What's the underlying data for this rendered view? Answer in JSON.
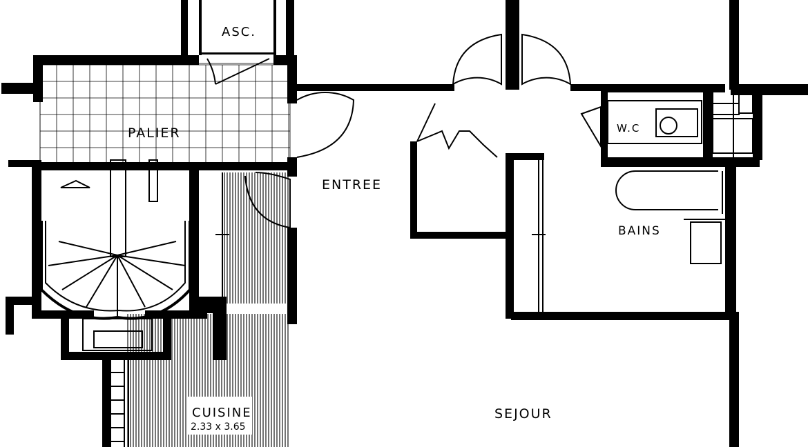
{
  "plan": {
    "rooms": {
      "elevator": "ASC.",
      "landing": "PALIER",
      "entry": "ENTREE",
      "toilet": "W.C",
      "bathroom": "BAINS",
      "kitchen": "CUISINE",
      "kitchen_dimensions": "2.33 x 3.65",
      "living": "SEJOUR"
    }
  }
}
